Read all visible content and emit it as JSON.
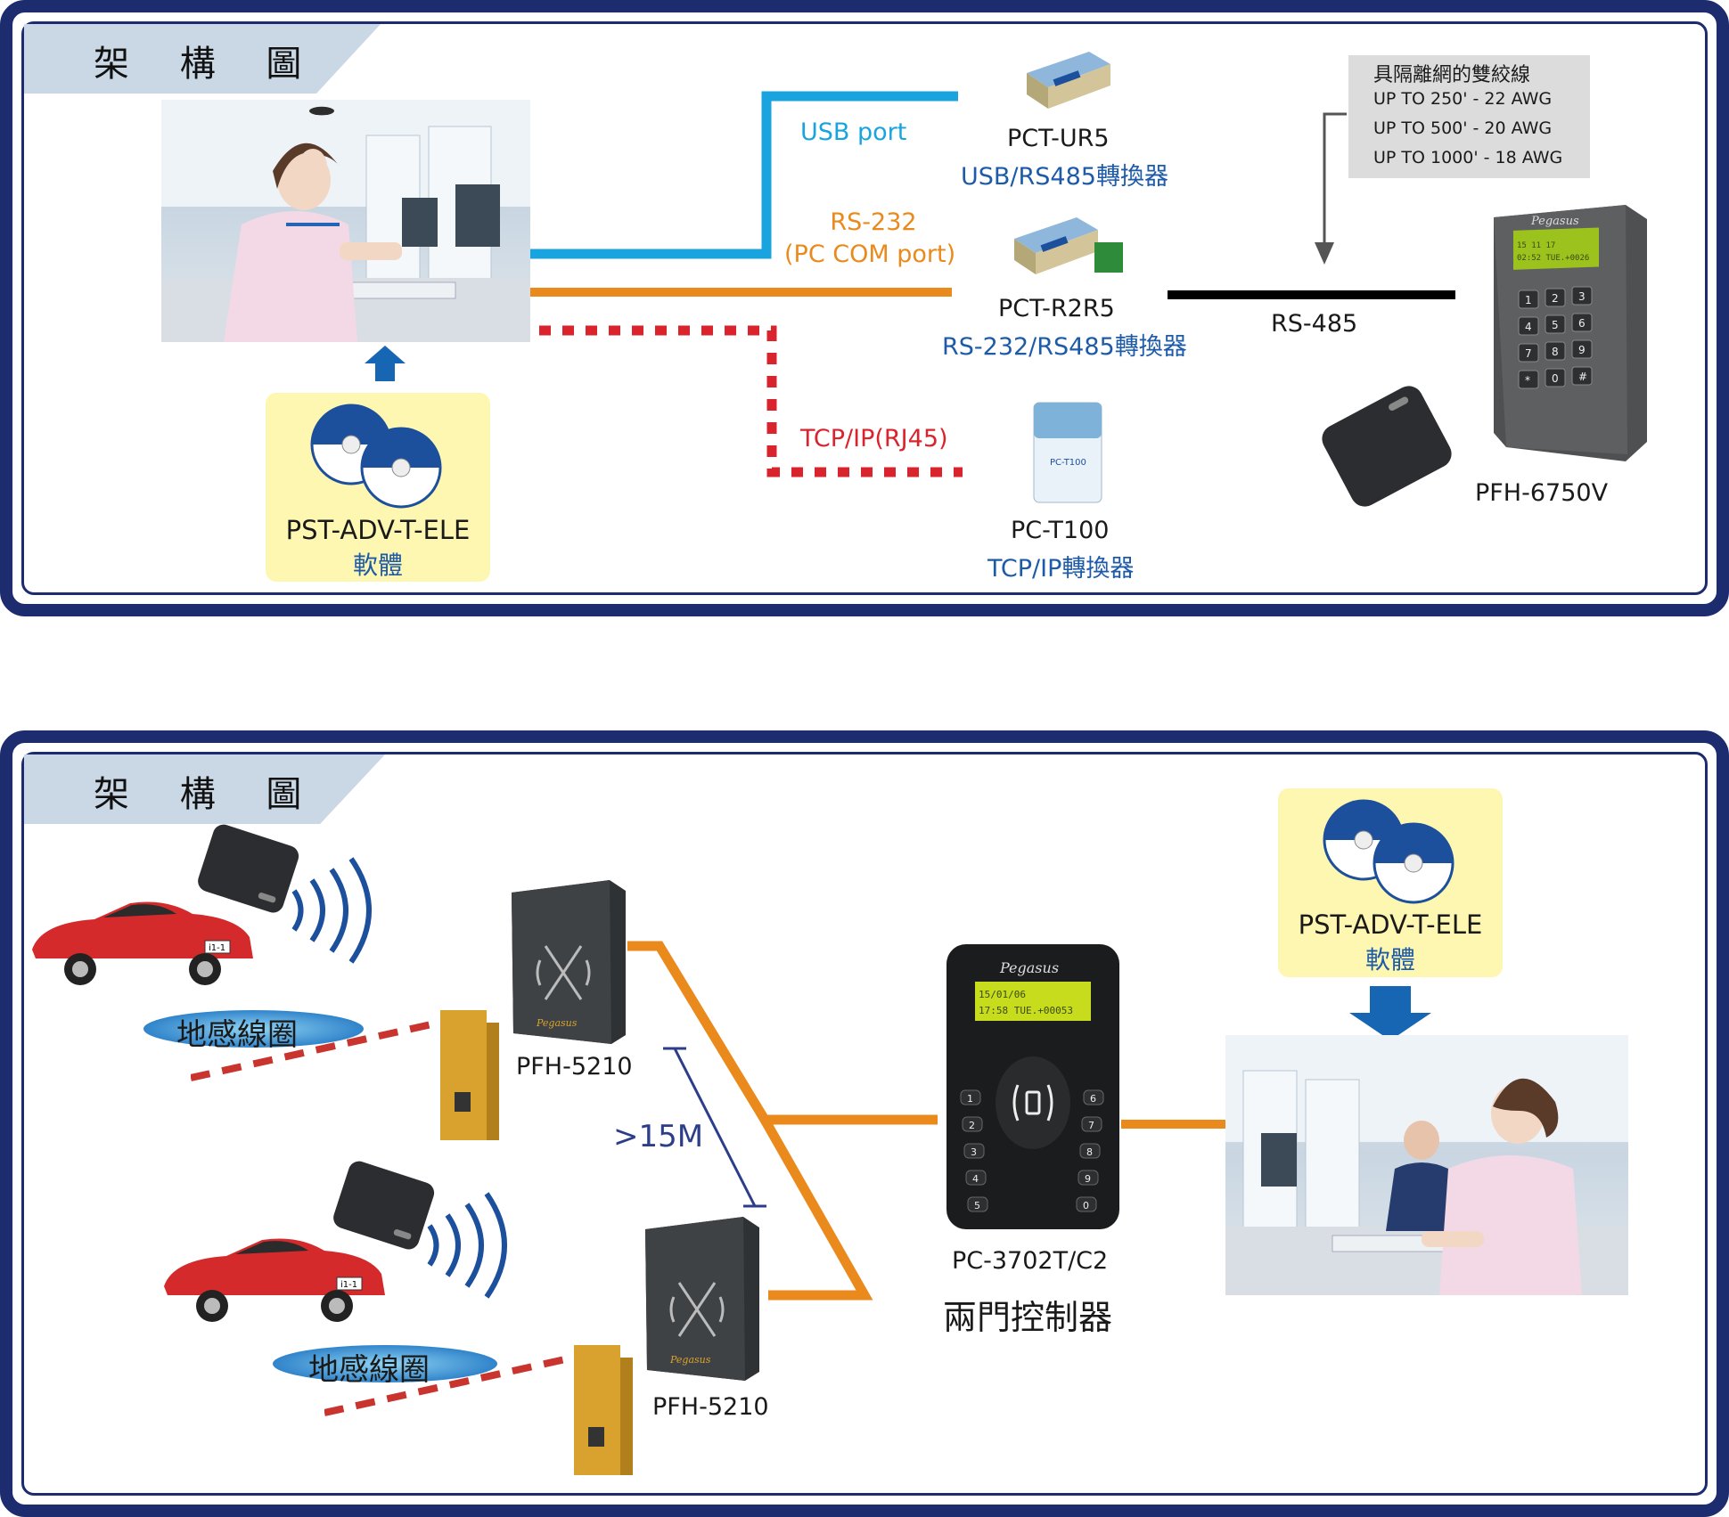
{
  "diagram1": {
    "title": "架 構 圖 一",
    "software_name": "PST-ADV-T-ELE",
    "software_sub": "軟體",
    "link_usb": "USB port",
    "link_rs232_a": "RS-232",
    "link_rs232_b": "(PC COM port)",
    "link_tcpip": "TCP/IP(RJ45)",
    "conv1_name": "PCT-UR5",
    "conv1_sub": "USB/RS485轉換器",
    "conv2_name": "PCT-R2R5",
    "conv2_sub": "RS-232/RS485轉換器",
    "conv3_name": "PC-T100",
    "conv3_sub": "TCP/IP轉換器",
    "bus_label": "RS-485",
    "cable_note": {
      "title": "具隔離網的雙絞線",
      "lines": [
        "UP TO 250' - 22 AWG",
        "UP TO 500' - 20 AWG",
        "UP TO 1000' - 18 AWG"
      ]
    },
    "reader_name": "PFH-6750V",
    "reader_brand": "Pegasus",
    "keypad": [
      "1",
      "2",
      "3",
      "4",
      "5",
      "6",
      "7",
      "8",
      "9",
      "*",
      "0",
      "#"
    ],
    "lcd_line1": "15 11 17",
    "lcd_line2": "02:52 TUE.+0026"
  },
  "diagram2": {
    "title": "架 構 圖 二",
    "loop_label_1": "地感線圈",
    "loop_label_2": "地感線圈",
    "reader1_name": "PFH-5210",
    "reader2_name": "PFH-5210",
    "reader_brand": "Pegasus",
    "distance_label": ">15M",
    "controller_name": "PC-3702T/C2",
    "controller_sub": "兩門控制器",
    "controller_brand": "Pegasus",
    "controller_lcd1": "15/01/06",
    "controller_lcd2": "17:58 TUE.+00053",
    "controller_keys_left": [
      "1",
      "2",
      "3",
      "4",
      "5"
    ],
    "controller_keys_right": [
      "6",
      "7",
      "8",
      "9",
      "0"
    ],
    "software_name": "PST-ADV-T-ELE",
    "software_sub": "軟體",
    "plate": "i1-1"
  },
  "colors": {
    "frame": "#1d2b6f",
    "usb": "#19a4df",
    "rs232": "#ea8a1c",
    "tcpip": "#d9232d",
    "rs485": "#000000",
    "label_blue": "#1d5aa8",
    "cd_box": "#fdf7b1",
    "arrow": "#1766b4"
  }
}
